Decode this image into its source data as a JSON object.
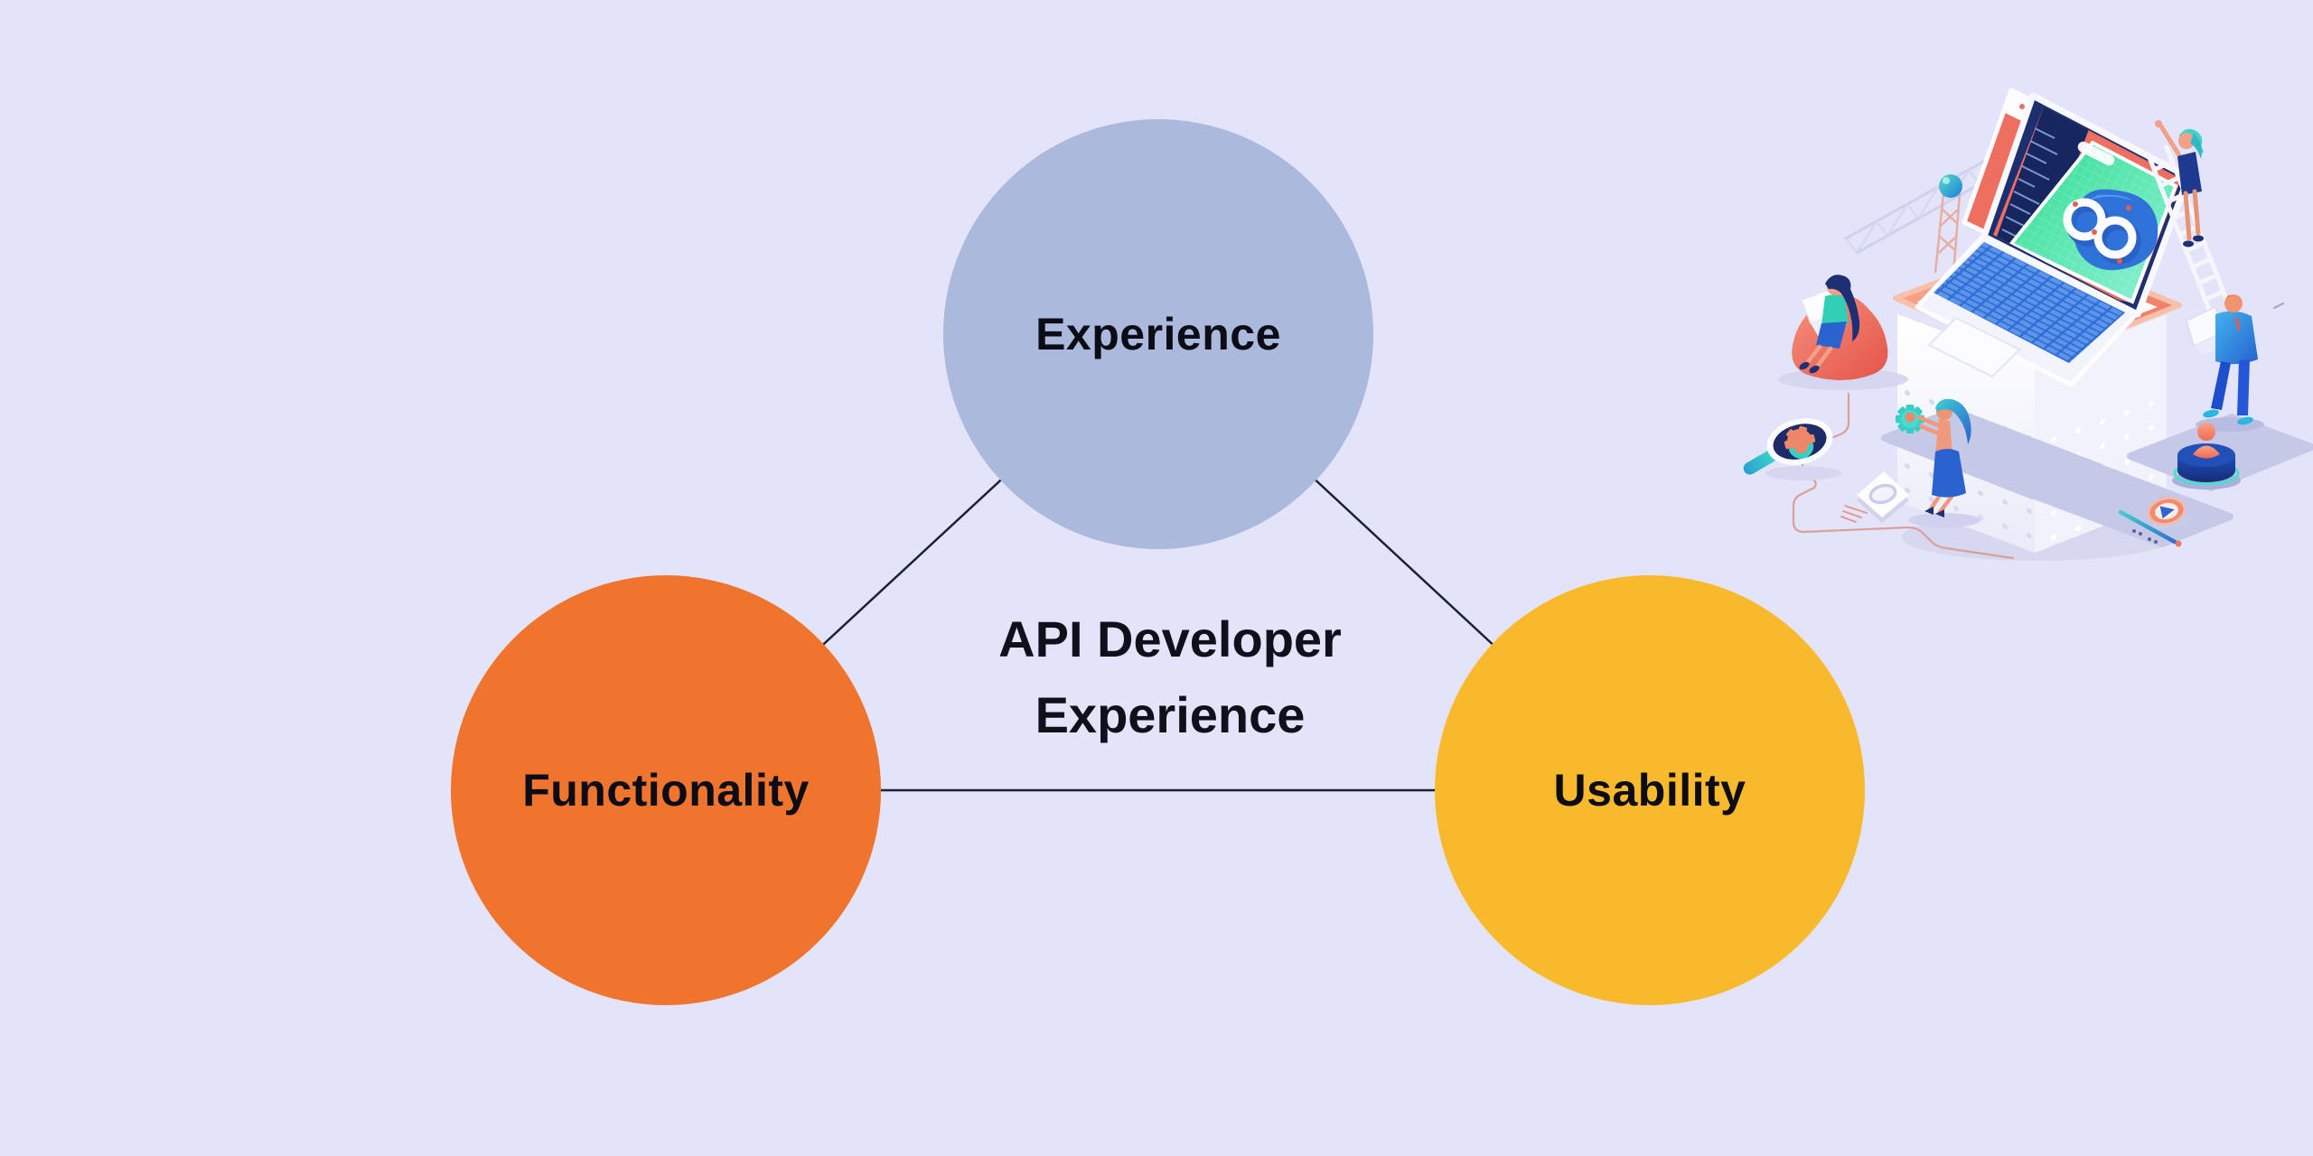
{
  "page": {
    "background_color": "#e3e4f9"
  },
  "diagram": {
    "title": {
      "line1": "API Developer",
      "line2": "Experience"
    },
    "title_color": "#10101c",
    "edge_color": "#1b2135",
    "nodes": [
      {
        "id": "experience",
        "label": "Experience",
        "color": "#aab9dc",
        "label_color": "#0c0c16"
      },
      {
        "id": "functionality",
        "label": "Functionality",
        "color": "#ef742d",
        "label_color": "#0c0c16"
      },
      {
        "id": "usability",
        "label": "Usability",
        "color": "#f8ba2c",
        "label_color": "#0c0c16"
      }
    ],
    "edges": [
      {
        "from": "experience",
        "to": "functionality"
      },
      {
        "from": "experience",
        "to": "usability"
      },
      {
        "from": "functionality",
        "to": "usability"
      }
    ]
  },
  "illustration": {
    "name": "api-development-isometric-illustration",
    "elements": [
      "crane-icon",
      "server-cube-icon",
      "platform-tray",
      "laptop-icon",
      "devops-infinity-icon",
      "browser-window-icon",
      "ladder-icon",
      "woman-on-ladder",
      "woman-on-beanbag",
      "woman-holding-gear",
      "man-with-laptop",
      "magnifier-gear-icon",
      "user-button-icon",
      "play-coin-icon",
      "pencil-icon",
      "document-tile-icon",
      "circuit-line"
    ],
    "palette": {
      "coral": "#ee6f61",
      "blue": "#2e6fd6",
      "teal": "#35cfc4",
      "navy": "#1c2f70",
      "lavender_plate": "#c6c8e8",
      "green_screen": "#37e096"
    }
  }
}
